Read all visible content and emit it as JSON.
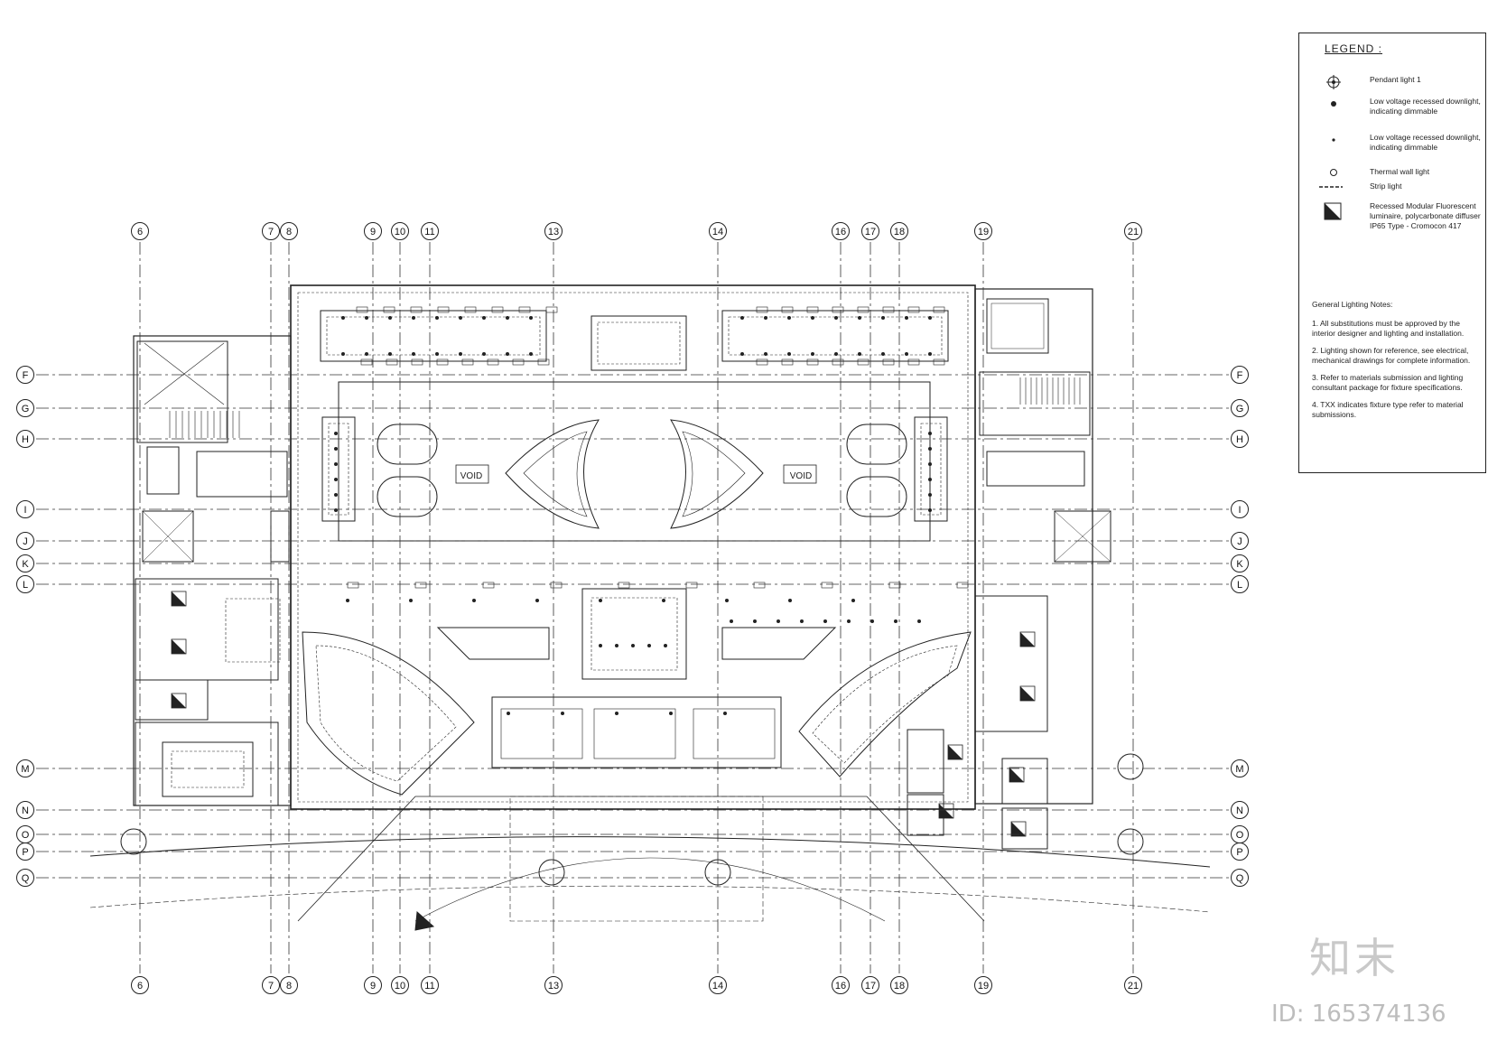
{
  "legend": {
    "title": "LEGEND :",
    "items": [
      {
        "icon": "pendant-light-icon",
        "text": "Pendant light 1"
      },
      {
        "icon": "downlight-large-icon",
        "text": "Low voltage recessed downlight, indicating dimmable"
      },
      {
        "icon": "downlight-small-icon",
        "text": "Low voltage recessed downlight, indicating dimmable"
      },
      {
        "icon": "wall-light-icon",
        "text": "Thermal wall light"
      },
      {
        "icon": "strip-light-icon",
        "text": "Strip light"
      },
      {
        "icon": "modular-fluorescent-icon",
        "text": "Recessed Modular Fluorescent luminaire, polycarbonate diffuser IP65 Type - Cromocon 417"
      }
    ],
    "notes_title": "General Lighting Notes:",
    "notes": [
      "1. All substitutions must be approved by the interior designer and lighting and installation.",
      "2. Lighting shown for reference, see electrical, mechanical drawings for complete information.",
      "3. Refer to materials submission and lighting consultant package for fixture specifications.",
      "4. TXX indicates fixture type refer to material submissions."
    ],
    "note4_tag": "TXX"
  },
  "grid": {
    "columns": [
      "6",
      "7",
      "8",
      "9",
      "10",
      "11",
      "13",
      "14",
      "16",
      "17",
      "18",
      "19",
      "21"
    ],
    "rows": [
      "F",
      "G",
      "H",
      "I",
      "J",
      "K",
      "L",
      "M",
      "N",
      "O",
      "P",
      "Q"
    ]
  },
  "labels": {
    "void_left": "VOID",
    "void_right": "VOID"
  },
  "watermark": {
    "logo": "知末",
    "id": "ID: 165374136"
  }
}
